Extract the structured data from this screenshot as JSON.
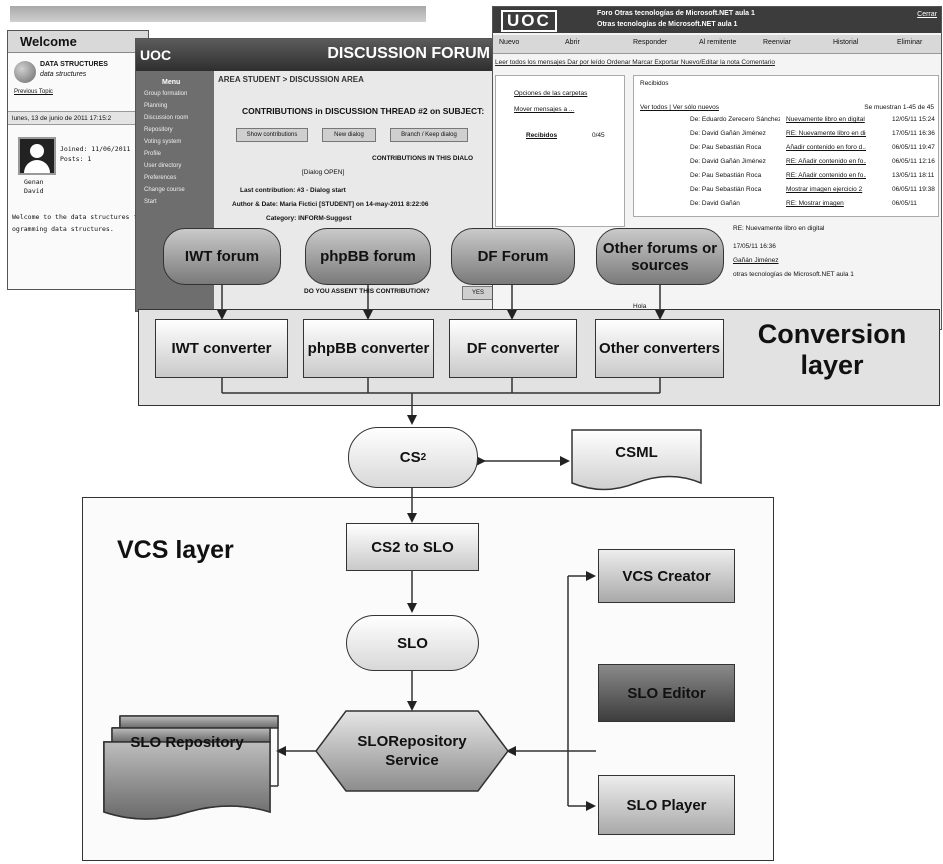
{
  "collage": {
    "left_window": {
      "title": "Welcome",
      "course": "DATA STRUCTURES",
      "course_sub": "data structures",
      "prev_topic": "Previous Topic",
      "date": "lunes, 13 de junio de 2011 17:15:2",
      "joined": "Joined: 11/06/2011",
      "posts": "Posts: 1",
      "name1": "Genan",
      "name2": "David",
      "msg1": "Welcome to the data structures fo",
      "msg2": "ogramming data structures."
    },
    "df_window": {
      "logo": "UOC",
      "title": "DISCUSSION FORUM",
      "menu": "Menu",
      "side_items": [
        "Group formation",
        "Planning",
        "Discussion room",
        "Repository",
        "Voting system",
        "Profile",
        "User directory",
        "Preferences",
        "Change course",
        "Start"
      ],
      "area": "AREA STUDENT > DISCUSSION AREA",
      "contributions": "CONTRIBUTIONS in DISCUSSION THREAD #2 on SUBJECT:",
      "buttons": [
        "Show contributions",
        "New dialog",
        "Branch / Keep dialog"
      ],
      "dialog_header": "CONTRIBUTIONS IN THIS DIALO",
      "dialog_open": "[Dialog OPEN]",
      "last_contribution": "Last contribution:  #3  - Dialog start",
      "author_date": "Author & Date:  Maria Fictici [STUDENT] on 14-may-2011 8:22:06",
      "category": "Category:  INFORM-Suggest",
      "assent": "DO YOU ASSENT THIS CONTRIBUTION?",
      "assent_yes": "YES"
    },
    "uoc_window": {
      "logo": "UOC",
      "title": "Foro Otras tecnologías de Microsoft.NET aula 1",
      "subtitle": "Otras tecnologías de Microsoft.NET aula 1",
      "close": "Cerrar",
      "toolbar": [
        "Nuevo",
        "Abrir",
        "Responder",
        "Al remitente",
        "Reenviar",
        "Historial",
        "Eliminar"
      ],
      "links": "Leer todos los mensajes  Dar por leído  Ordenar  Marcar  Exportar  Nuevo/Editar la nota  Comentario",
      "folder_options": "Opciones de las carpetas",
      "move_messages": "Mover mensajes a ...",
      "inbox": "Recibidos",
      "inbox_count": "0/45",
      "received_header": "Recibidos",
      "view_all": "Ver todos | Ver sólo nuevos",
      "showing": "Se muestran 1-45 de 45",
      "rows": [
        {
          "from": "De: Eduardo Zerecero Sánchez",
          "subject": "Nuevamente libro en digital",
          "date": "12/05/11 15:24"
        },
        {
          "from": "De: David Gañán Jiménez",
          "subject": "RE: Nuevamente libro en dig...",
          "date": "17/05/11 16:36"
        },
        {
          "from": "De: Pau Sebastián Roca",
          "subject": "Añadir contenido en foro d...",
          "date": "06/05/11 19:47"
        },
        {
          "from": "De: David Gañán Jiménez",
          "subject": "RE: Añadir contenido en fo...",
          "date": "06/05/11 12:16"
        },
        {
          "from": "De: Pau Sebastián Roca",
          "subject": "RE: Añadir contenido en fo...",
          "date": "13/05/11 18:11"
        },
        {
          "from": "De: Pau Sebastián Roca",
          "subject": "Mostrar imagen ejercicio 2",
          "date": "06/05/11 19:38"
        },
        {
          "from": "De: David Gañán",
          "subject": "RE: Mostrar imagen",
          "date": "06/05/11"
        }
      ],
      "preview_subject": "RE: Nuevamente libro en digital",
      "preview_date": "17/05/11 16:36",
      "preview_from": "Gañán Jiménez",
      "preview_forum": "otras tecnologías de Microsoft.NET aula 1",
      "preview_body": "Hola"
    }
  },
  "diagram": {
    "forums": [
      "IWT forum",
      "phpBB forum",
      "DF Forum",
      "Other forums or sources"
    ],
    "converters": [
      "IWT converter",
      "phpBB converter",
      "DF converter",
      "Other converters"
    ],
    "conversion_layer_label": "Conversion layer",
    "cs2": "CS",
    "cs2_sup": "2",
    "csml": "CSML",
    "vcs_layer_label": "VCS layer",
    "cs2_to_slo": "CS2 to SLO",
    "slo": "SLO",
    "slo_repository_service": "SLORepository Service",
    "slo_repository": "SLO Repository",
    "vcs_creator": "VCS Creator",
    "slo_editor": "SLO Editor",
    "slo_player": "SLO Player"
  },
  "colors": {
    "forum_fill": "#9a9a9a",
    "panel_fill": "#e2e2e2",
    "dark_box": "#3d3d3d",
    "line": "#333333"
  }
}
